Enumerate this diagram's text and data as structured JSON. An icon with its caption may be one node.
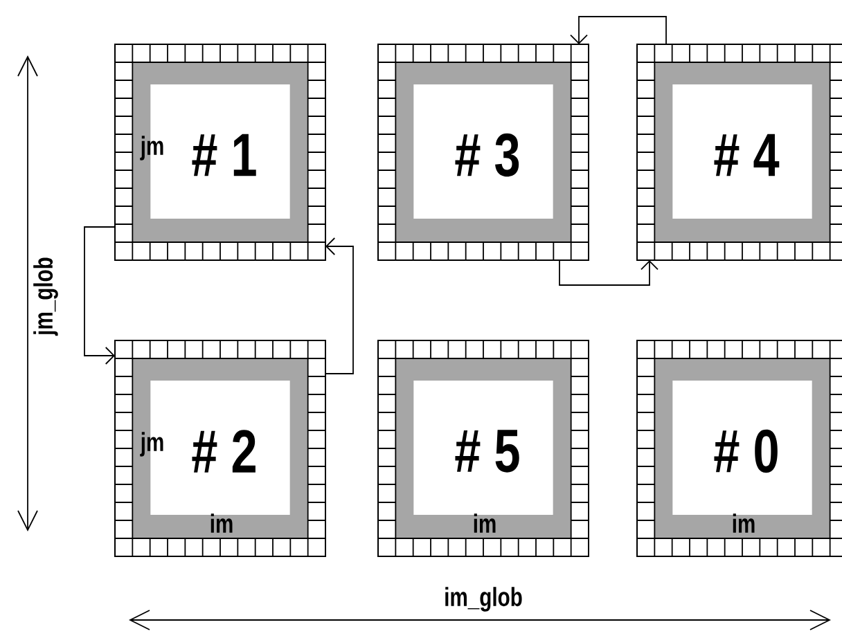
{
  "diagram": {
    "nodes": [
      {
        "text": [
          "jm",
          "# 1"
        ]
      },
      {
        "text": [
          "# 3"
        ]
      },
      {
        "text": [
          "# 4"
        ]
      },
      {
        "text": [
          "jm",
          "# 2",
          "im"
        ]
      },
      {
        "text": [
          "# 5",
          "im"
        ]
      },
      {
        "text": [
          "# 0",
          "im"
        ]
      }
    ],
    "edges": [
      {
        "from": 0,
        "to": 3,
        "arrow": "to"
      },
      {
        "from": 3,
        "to": 0,
        "arrow": "to"
      },
      {
        "from": 1,
        "to": 2,
        "arrow": "to"
      },
      {
        "from": 2,
        "to": 1,
        "arrow": "to"
      }
    ],
    "labels": [
      "jm_glob",
      "im_glob"
    ]
  }
}
